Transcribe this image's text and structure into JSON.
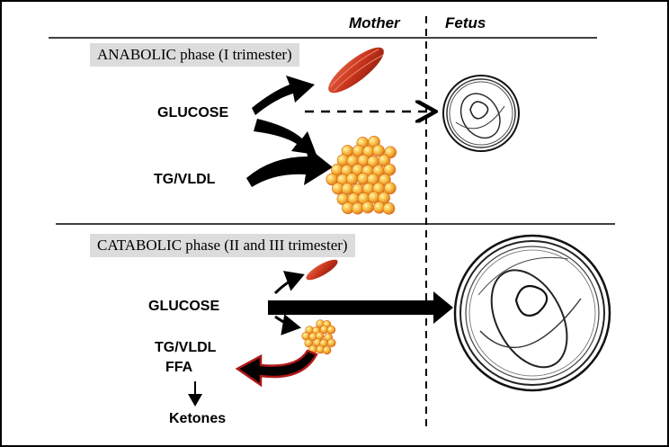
{
  "columns": {
    "mother": "Mother",
    "fetus": "Fetus"
  },
  "anabolic": {
    "title": "ANABOLIC phase (I trimester)",
    "glucose": "GLUCOSE",
    "tg_vldl": "TG/VLDL"
  },
  "catabolic": {
    "title": "CATABOLIC phase (II and III trimester)",
    "glucose": "GLUCOSE",
    "tg_vldl": "TG/VLDL",
    "ffa": "FFA",
    "ketones": "Ketones"
  },
  "colors": {
    "muscle": "#c8341c",
    "fat": "#f2a531",
    "arrow": "#000000",
    "red_arrow": "#b01818"
  }
}
